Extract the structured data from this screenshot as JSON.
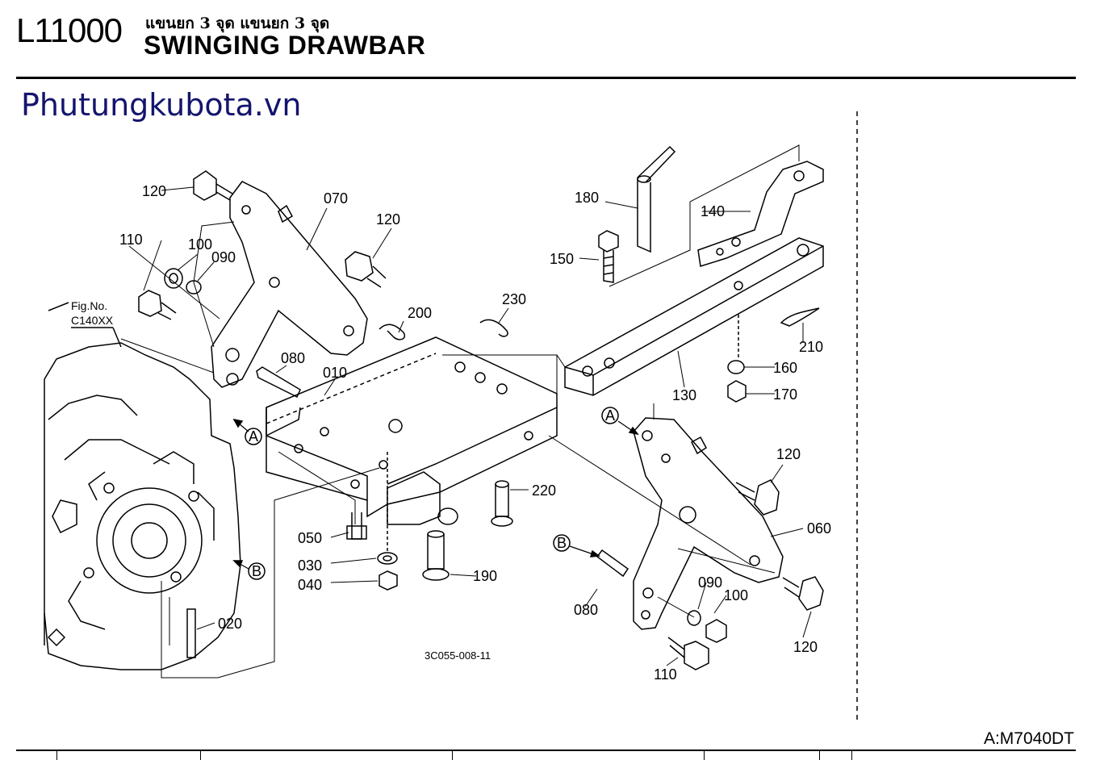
{
  "header": {
    "model": "L11000",
    "thai_title": "แขนยก 3 จุด แขนยก 3 จุด",
    "title": "SWINGING DRAWBAR"
  },
  "watermark": "Phutungkubota.vn",
  "footer": {
    "code": "A:M7040DT"
  },
  "diagram": {
    "drawing_number": "3C055-008-11",
    "fig_ref_label": "Fig.No.",
    "fig_ref_code": "C140XX",
    "callouts": [
      "A",
      "B"
    ],
    "parts": [
      "010",
      "020",
      "030",
      "040",
      "050",
      "060",
      "070",
      "080",
      "090",
      "100",
      "110",
      "120",
      "130",
      "140",
      "150",
      "160",
      "170",
      "180",
      "190",
      "200",
      "210",
      "220",
      "230"
    ]
  }
}
